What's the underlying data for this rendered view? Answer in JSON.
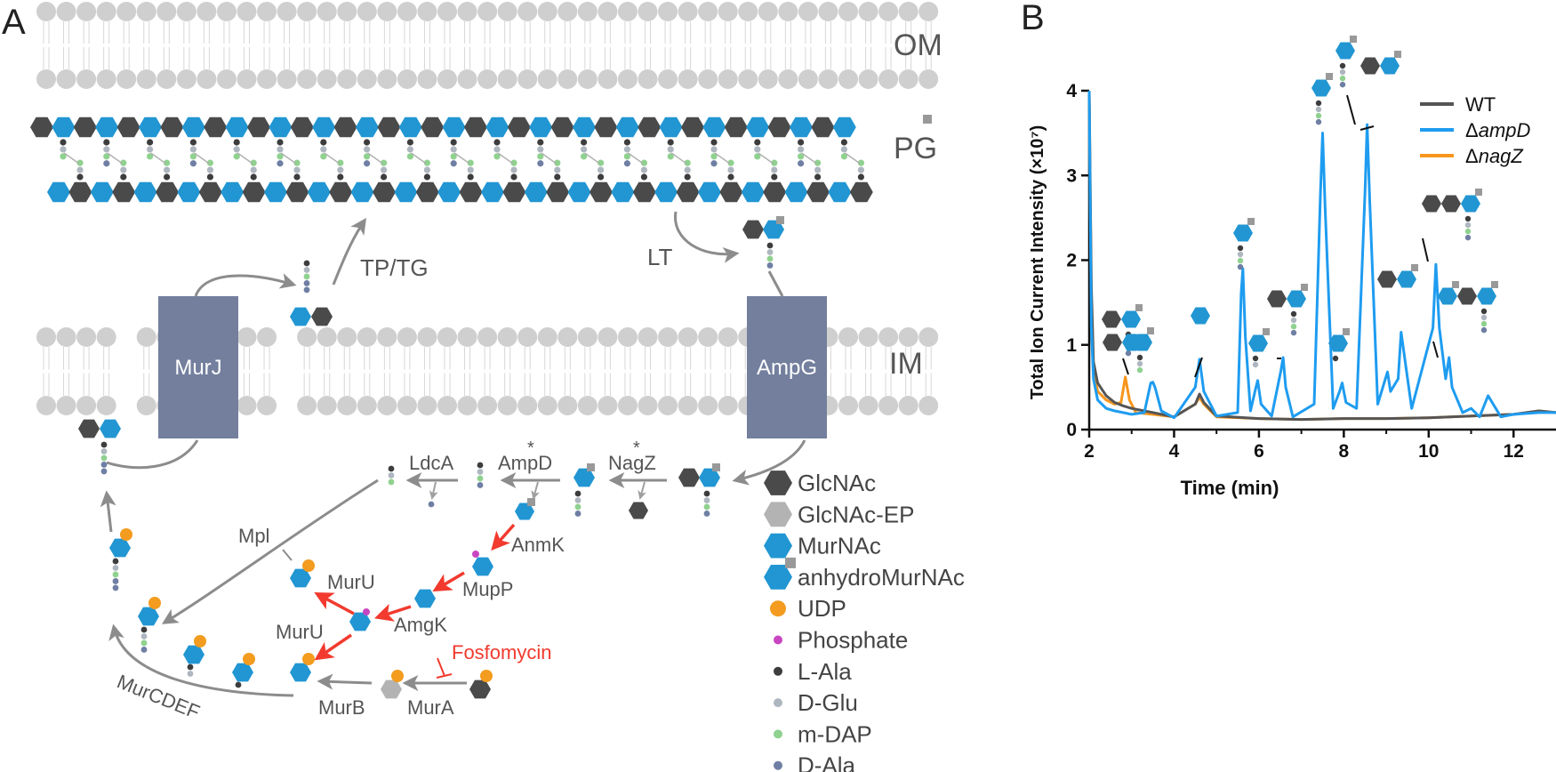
{
  "panels": {
    "a_letter": "A",
    "b_letter": "B"
  },
  "membranes": {
    "om": "OM",
    "pg": "PG",
    "im": "IM"
  },
  "proteins": {
    "murj": "MurJ",
    "ampg": "AmpG"
  },
  "enzymes": {
    "tp_tg": "TP/TG",
    "lt": "LT",
    "ldca": "LdcA",
    "ampd": "AmpD",
    "nagz": "NagZ",
    "anmk": "AnmK",
    "mupp": "MupP",
    "amgk": "AmgK",
    "muru_top": "MurU",
    "muru_bottom": "MurU",
    "mpl": "Mpl",
    "murcdef": "MurCDEF",
    "murb": "MurB",
    "mura": "MurA",
    "fosfomycin": "Fosfomycin",
    "star_ampd": "*",
    "star_nagz": "*"
  },
  "legend": [
    {
      "key": "glcnac",
      "label": "GlcNAc"
    },
    {
      "key": "glcnac_ep",
      "label": "GlcNAc-EP"
    },
    {
      "key": "murnac",
      "label": "MurNAc"
    },
    {
      "key": "anhydro",
      "label": "anhydroMurNAc"
    },
    {
      "key": "udp",
      "label": "UDP"
    },
    {
      "key": "phosphate",
      "label": "Phosphate"
    },
    {
      "key": "lala",
      "label": "L-Ala"
    },
    {
      "key": "dglu",
      "label": "D-Glu"
    },
    {
      "key": "mdap",
      "label": "m-DAP"
    },
    {
      "key": "dala",
      "label": "D-Ala"
    }
  ],
  "colors": {
    "glcnac": "#4a4a4a",
    "glcnac_ep": "#b3b3b3",
    "murnac": "#2196d3",
    "anhydro_tag": "#999999",
    "udp": "#f39c1f",
    "phosphate": "#c845c2",
    "lala": "#3d3d3d",
    "dglu": "#aeb6bf",
    "mdap": "#8fd18f",
    "dala": "#6f7fa4",
    "lipid": "#cfcfcf",
    "protein": "#737f9d",
    "arrow": "#8c8c8c",
    "red": "#f23a2e",
    "wt": "#555555",
    "ampd": "#1e9cf0",
    "nagz": "#f6961c"
  },
  "chart_data": {
    "type": "line",
    "title": "",
    "xlabel": "Time (min)",
    "ylabel": "Total Ion Current Intensity (×10⁷)",
    "xlim": [
      2,
      13
    ],
    "ylim": [
      0,
      4
    ],
    "xticks": [
      2,
      4,
      6,
      8,
      10,
      12
    ],
    "yticks": [
      0,
      1,
      2,
      3,
      4
    ],
    "grid": false,
    "legend_position": "top-right",
    "series": [
      {
        "name": "WT",
        "name_prefix": "",
        "name_italic": "WT",
        "color_key": "wt",
        "x": [
          2.0,
          2.05,
          2.1,
          2.2,
          2.4,
          2.6,
          2.8,
          3.0,
          3.5,
          4.0,
          4.5,
          4.6,
          4.7,
          5.0,
          6.0,
          7.0,
          8.0,
          9.0,
          10.0,
          11.0,
          12.0,
          12.6,
          13.0
        ],
        "y": [
          4.0,
          1.7,
          0.8,
          0.55,
          0.4,
          0.32,
          0.28,
          0.25,
          0.2,
          0.15,
          0.3,
          0.42,
          0.32,
          0.16,
          0.13,
          0.12,
          0.13,
          0.13,
          0.14,
          0.16,
          0.18,
          0.22,
          0.2
        ]
      },
      {
        "name": "ΔampD",
        "name_prefix": "Δ",
        "name_italic": "ampD",
        "color_key": "ampd",
        "x": [
          2.0,
          2.05,
          2.1,
          2.2,
          2.4,
          2.6,
          2.8,
          3.0,
          3.3,
          3.45,
          3.5,
          3.55,
          3.7,
          4.0,
          4.5,
          4.6,
          4.7,
          5.0,
          5.5,
          5.58,
          5.62,
          5.68,
          5.8,
          5.92,
          5.97,
          6.05,
          6.3,
          6.52,
          6.57,
          6.63,
          6.8,
          7.3,
          7.45,
          7.5,
          7.56,
          7.75,
          7.9,
          7.96,
          8.05,
          8.3,
          8.5,
          8.55,
          8.61,
          8.8,
          8.98,
          9.03,
          9.1,
          9.28,
          9.35,
          9.42,
          9.6,
          10.1,
          10.17,
          10.25,
          10.4,
          10.48,
          10.55,
          10.8,
          11.0,
          11.2,
          11.4,
          11.7,
          12.0,
          12.6,
          13.0
        ],
        "y": [
          4.0,
          1.2,
          0.6,
          0.35,
          0.25,
          0.22,
          0.2,
          0.18,
          0.2,
          0.55,
          0.56,
          0.5,
          0.22,
          0.14,
          0.5,
          0.83,
          0.45,
          0.16,
          0.2,
          1.6,
          1.9,
          1.1,
          0.22,
          0.48,
          0.58,
          0.3,
          0.16,
          0.7,
          0.85,
          0.5,
          0.15,
          0.3,
          2.8,
          3.5,
          2.6,
          0.25,
          0.45,
          0.55,
          0.32,
          0.25,
          2.8,
          3.6,
          2.7,
          0.3,
          0.6,
          0.68,
          0.45,
          0.6,
          1.15,
          0.9,
          0.25,
          1.2,
          1.95,
          1.2,
          0.6,
          0.85,
          0.5,
          0.2,
          0.25,
          0.15,
          0.4,
          0.15,
          0.18,
          0.2,
          0.2
        ]
      },
      {
        "name": "ΔnagZ",
        "name_prefix": "Δ",
        "name_italic": "nagZ",
        "color_key": "nagz",
        "x": [
          2.0,
          2.05,
          2.1,
          2.2,
          2.4,
          2.6,
          2.75,
          2.85,
          2.95,
          3.1,
          3.5,
          4.0,
          4.5,
          4.6,
          4.7,
          5.0,
          6.0,
          7.0,
          8.0,
          9.0,
          10.0,
          11.0,
          12.0,
          12.6,
          13.0
        ],
        "y": [
          4.0,
          1.5,
          0.7,
          0.45,
          0.35,
          0.3,
          0.32,
          0.62,
          0.35,
          0.2,
          0.18,
          0.15,
          0.3,
          0.38,
          0.3,
          0.15,
          0.13,
          0.12,
          0.13,
          0.13,
          0.14,
          0.16,
          0.18,
          0.22,
          0.2
        ]
      }
    ]
  }
}
